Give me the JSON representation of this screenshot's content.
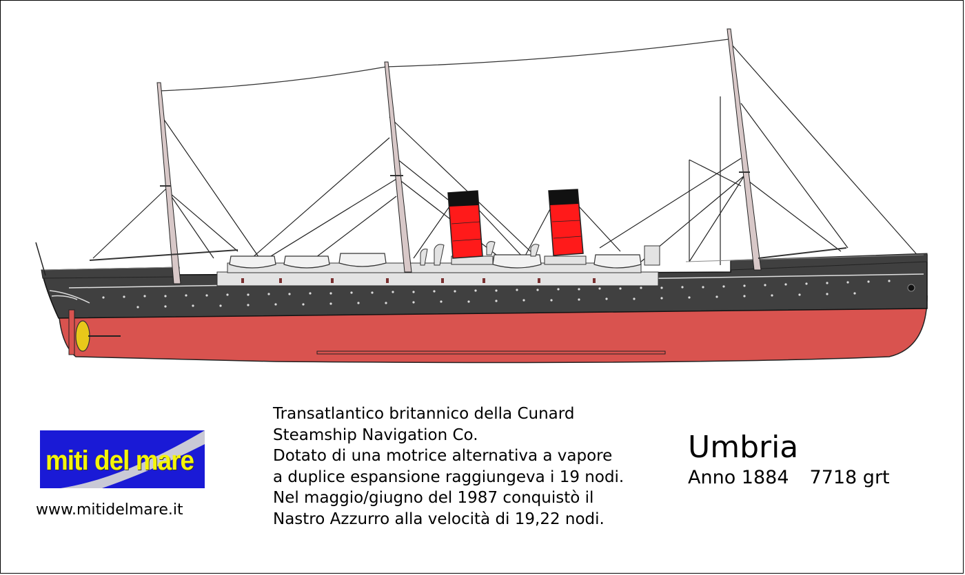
{
  "ship": {
    "name": "Umbria",
    "year": "Anno 1884",
    "tonnage": "7718 grt"
  },
  "description": [
    "Transatlantico britannico della Cunard",
    "Steamship Navigation Co.",
    "Dotato di una motrice alternativa a vapore",
    "a duplice espansione raggiungeva i 19 nodi.",
    "Nel maggio/giugno del 1987 conquistò il",
    "Nastro Azzurro alla velocità di 19,22 nodi."
  ],
  "logo": {
    "text": "miti del mare",
    "url": "www.mitidelmare.it"
  },
  "colors": {
    "hull_upper": "#404040",
    "hull_lower": "#d9534f",
    "funnel_red": "#ff1a1a",
    "funnel_top": "#111111",
    "logo_bg": "#1a1ad6",
    "logo_text": "#f4f40a"
  }
}
